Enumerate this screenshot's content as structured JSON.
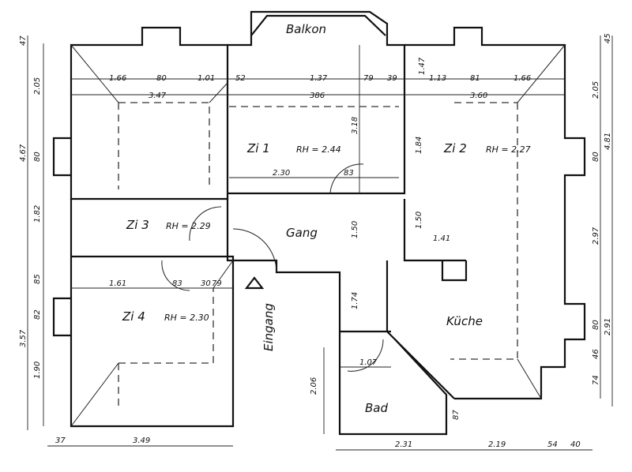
{
  "rooms": {
    "balkon": "Balkon",
    "zi1": "Zi 1",
    "zi1_rh": "RH = 2.44",
    "zi2": "Zi 2",
    "zi2_rh": "RH = 2.27",
    "zi3": "Zi 3",
    "zi3_rh": "RH = 2.29",
    "zi4": "Zi 4",
    "zi4_rh": "RH = 2.30",
    "gang": "Gang",
    "kueche": "Küche",
    "bad": "Bad",
    "eingang": "Eingang"
  },
  "dims": {
    "top_1_66a": "1.66",
    "top_80": "80",
    "top_1_01": "1.01",
    "top_52": "52",
    "top_1_37": "1.37",
    "top_79": "79",
    "top_39": "39",
    "top_1_13": "1.13",
    "top_81": "81",
    "top_1_66b": "1.66",
    "row_3_47": "3.47",
    "row_3_86": "386",
    "row_3_60": "3.60",
    "zi1_2_30": "2.30",
    "zi1_83": "83",
    "zi1_3_18": "3.18",
    "zi2_1_84": "1.84",
    "zi2_1_47": "1.47",
    "gang_1_50a": "1.50",
    "gang_1_50b": "1.50",
    "k_1_41": "1.41",
    "g_1_74": "1.74",
    "zi4_1_61": "1.61",
    "zi4_83": "83",
    "zi4_30": "30",
    "zi4_79": "79",
    "bad_1_07": "1.07",
    "bad_2_06": "2.06",
    "bad_87": "87",
    "bot_37": "37",
    "bot_3_49": "3.49",
    "bot_2_31": "2.31",
    "bot_2_19": "2.19",
    "bot_54": "54",
    "bot_40": "40",
    "l_47": "47",
    "l_2_05": "2.05",
    "l_4_67": "4.67",
    "l_80": "80",
    "l_1_82": "1.82",
    "l_85": "85",
    "l_82": "82",
    "l_3_57": "3.57",
    "l_1_90": "1.90",
    "r_45": "45",
    "r_2_05": "2.05",
    "r_4_81": "4.81",
    "r_80a": "80",
    "r_2_97": "2.97",
    "r_80b": "80",
    "r_2_91": "2.91",
    "r_46": "46",
    "r_74": "74"
  }
}
